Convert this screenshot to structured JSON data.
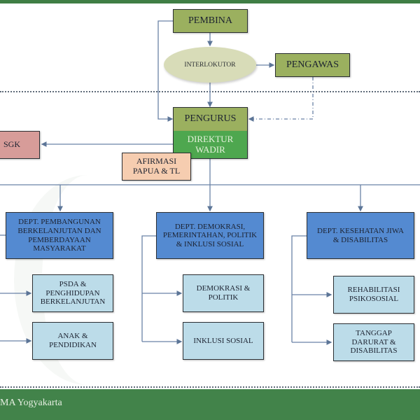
{
  "diagram": {
    "top_level": {
      "pembina": "PEMBINA",
      "interlokutor": "INTERLOKUTOR",
      "pengawas": "PENGAWAS",
      "pengurus": "PENGURUS",
      "direktur": "DIREKTUR WADIR",
      "sgk": "SGK",
      "afirmasi": "AFIRMASI PAPUA & TL"
    },
    "departments": [
      {
        "name": "DEPT. PEMBANGUNAN BERKELANJUTAN DAN PEMBERDAYAAN MASYARAKAT",
        "units": [
          "PSDA & PENGHIDUPAN BERKELANJUTAN",
          "ANAK & PENDIDIKAN"
        ]
      },
      {
        "name": "DEPT. DEMOKRASI, PEMERINTAHAN, POLITIK & INKLUSI SOSIAL",
        "units": [
          "DEMOKRASI & POLITIK",
          "INKLUSI SOSIAL"
        ]
      },
      {
        "name": "DEPT. KESEHATAN JIWA & DISABILITAS",
        "units": [
          "REHABILITASI PSIKOSOSIAL",
          "TANGGAP DARURAT & DISABILITAS"
        ]
      }
    ],
    "edges": [
      {
        "from": "PEMBINA",
        "to": "INTERLOKUTOR",
        "style": "solid"
      },
      {
        "from": "PEMBINA",
        "to": "PENGURUS",
        "style": "solid"
      },
      {
        "from": "INTERLOKUTOR",
        "to": "PENGAWAS",
        "style": "solid"
      },
      {
        "from": "INTERLOKUTOR",
        "to": "PENGURUS",
        "style": "solid"
      },
      {
        "from": "PENGAWAS",
        "to": "PENGURUS",
        "style": "dash-dot"
      },
      {
        "from": "DIREKTUR WADIR",
        "to": "SGK",
        "style": "solid"
      },
      {
        "from": "DIREKTUR WADIR",
        "to": "departments",
        "style": "solid"
      }
    ]
  },
  "footer": {
    "text": "MA Yogyakarta"
  },
  "colors": {
    "brand_green": "#42834a",
    "olive": "#9bb05f",
    "direktur_green": "#4ea74f",
    "dept_blue": "#548ad1",
    "unit_light_blue": "#bcdce9",
    "sgk_pink": "#d79c99",
    "afirmasi_peach": "#f6cdb0",
    "connector": "#5c7597"
  }
}
